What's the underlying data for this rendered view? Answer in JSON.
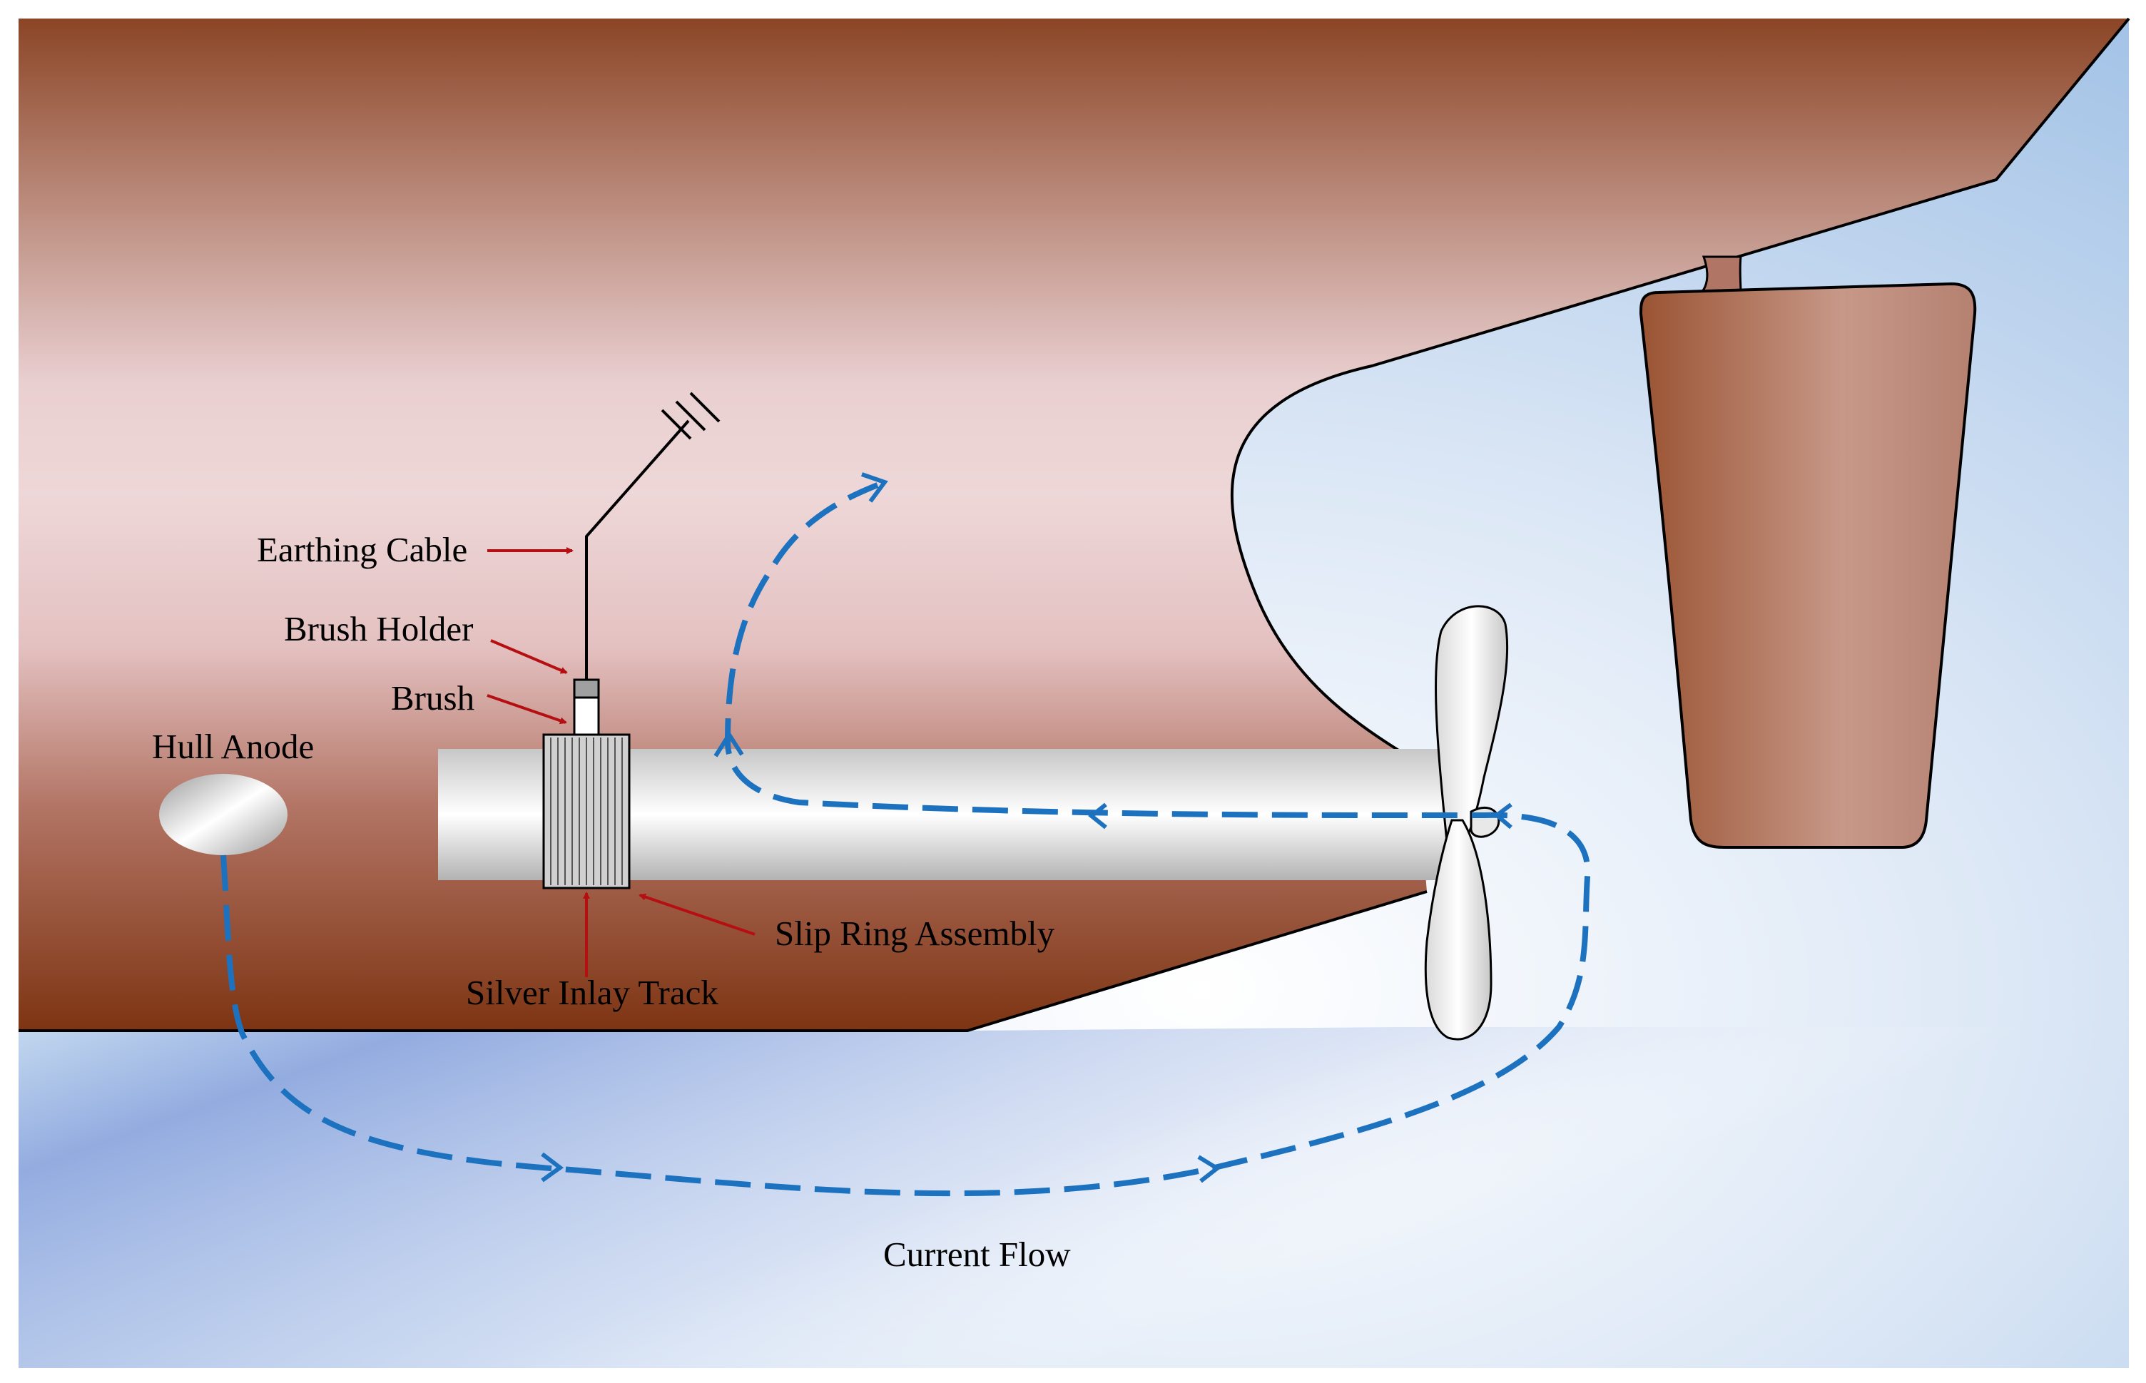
{
  "labels": {
    "earthing_cable": "Earthing Cable",
    "brush_holder": "Brush Holder",
    "brush": "Brush",
    "hull_anode": "Hull Anode",
    "slip_ring_assembly": "Slip Ring Assembly",
    "silver_inlay_track": "Silver Inlay Track",
    "current_flow": "Current Flow"
  },
  "colors": {
    "hull_dark": "#8a4a2b",
    "hull_light": "#ebcfd0",
    "water_light": "#e3ecf8",
    "water_blue": "#9bb3e0",
    "current_flow": "#1d72bf",
    "pointer_arrow": "#b50f12",
    "outline": "#000000"
  }
}
